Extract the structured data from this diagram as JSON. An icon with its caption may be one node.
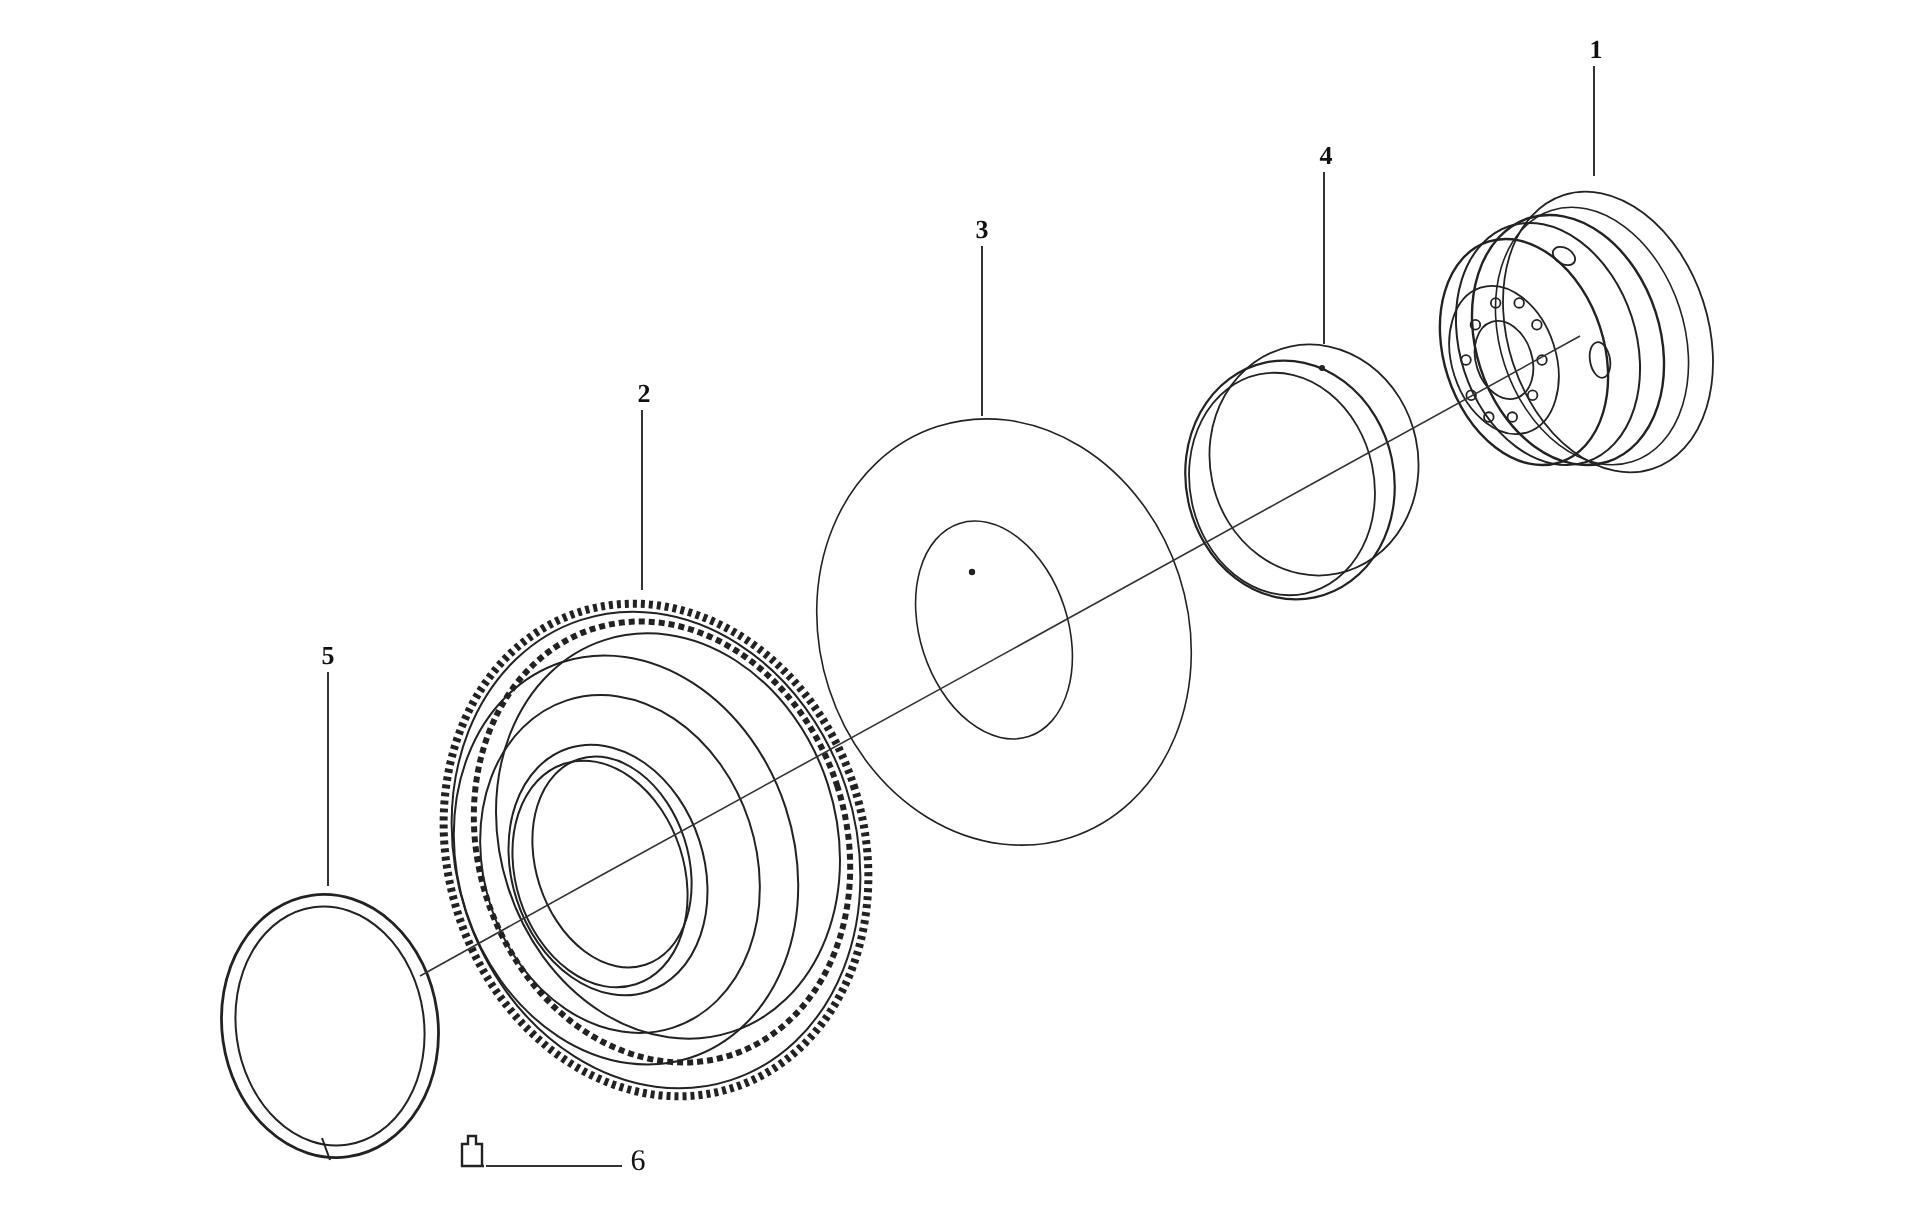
{
  "diagram": {
    "nodes": [
      {
        "text": [
          "1"
        ]
      },
      {
        "text": [
          "4"
        ]
      },
      {
        "text": [
          "3"
        ]
      },
      {
        "text": [
          "2"
        ]
      },
      {
        "text": [
          "5"
        ]
      },
      {
        "text": [
          "6"
        ]
      },
      {
        "text": [],
        "shape": "picture"
      },
      {
        "text": [],
        "shape": "picture"
      },
      {
        "text": [],
        "shape": "picture"
      },
      {
        "text": [],
        "shape": "picture"
      },
      {
        "text": [],
        "shape": "picture"
      },
      {
        "text": [],
        "shape": "picture"
      }
    ],
    "edges": [
      {
        "from": 0,
        "to": 6,
        "arrow": "none"
      },
      {
        "from": 1,
        "to": 7,
        "arrow": "none"
      },
      {
        "from": 2,
        "to": 8,
        "arrow": "none"
      },
      {
        "from": 3,
        "to": 9,
        "arrow": "none"
      },
      {
        "from": 4,
        "to": 10,
        "arrow": "none"
      },
      {
        "from": 5,
        "to": 11,
        "arrow": "none"
      },
      {
        "from": 6,
        "to": 7,
        "arrow": "none"
      },
      {
        "from": 7,
        "to": 8,
        "arrow": "none"
      },
      {
        "from": 8,
        "to": 9,
        "arrow": "none"
      },
      {
        "from": 9,
        "to": 10,
        "arrow": "none"
      }
    ]
  }
}
